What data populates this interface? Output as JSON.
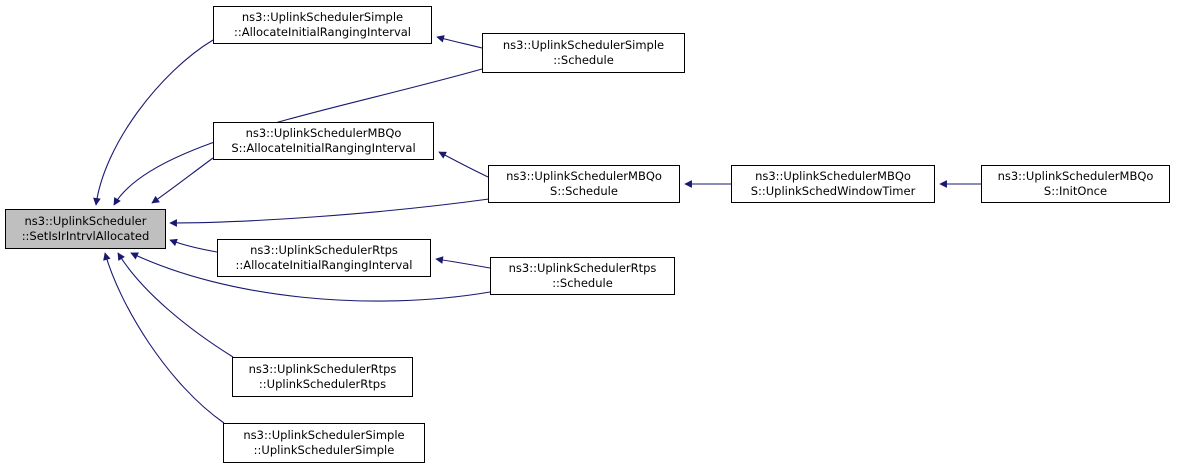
{
  "diagram": {
    "kind": "caller-graph",
    "colors": {
      "background": "#ffffff",
      "edge": "#191970",
      "node_border": "#000000",
      "node_fill": "#ffffff",
      "highlight_fill": "#bfbfbf",
      "text": "#000000"
    },
    "nodes": {
      "main": {
        "id": "main",
        "line1": "ns3::UplinkScheduler",
        "line2": "::SetIsIrIntrvlAllocated",
        "highlighted": true
      },
      "simple_alloc": {
        "id": "simple-alloc",
        "line1": "ns3::UplinkSchedulerSimple",
        "line2": "::AllocateInitialRangingInterval",
        "highlighted": false
      },
      "simple_schedule": {
        "id": "simple-schedule",
        "line1": "ns3::UplinkSchedulerSimple",
        "line2": "::Schedule",
        "highlighted": false
      },
      "mbqos_alloc": {
        "id": "mbqos-alloc",
        "line1": "ns3::UplinkSchedulerMBQo",
        "line2": "S::AllocateInitialRangingInterval",
        "highlighted": false
      },
      "mbqos_schedule": {
        "id": "mbqos-schedule",
        "line1": "ns3::UplinkSchedulerMBQo",
        "line2": "S::Schedule",
        "highlighted": false
      },
      "mbqos_windowtimer": {
        "id": "mbqos-windowtimer",
        "line1": "ns3::UplinkSchedulerMBQo",
        "line2": "S::UplinkSchedWindowTimer",
        "highlighted": false
      },
      "mbqos_initonce": {
        "id": "mbqos-initonce",
        "line1": "ns3::UplinkSchedulerMBQo",
        "line2": "S::InitOnce",
        "highlighted": false
      },
      "rtps_alloc": {
        "id": "rtps-alloc",
        "line1": "ns3::UplinkSchedulerRtps",
        "line2": "::AllocateInitialRangingInterval",
        "highlighted": false
      },
      "rtps_schedule": {
        "id": "rtps-schedule",
        "line1": "ns3::UplinkSchedulerRtps",
        "line2": "::Schedule",
        "highlighted": false
      },
      "rtps_ctor": {
        "id": "rtps-ctor",
        "line1": "ns3::UplinkSchedulerRtps",
        "line2": "::UplinkSchedulerRtps",
        "highlighted": false
      },
      "simple_ctor": {
        "id": "simple-ctor",
        "line1": "ns3::UplinkSchedulerSimple",
        "line2": "::UplinkSchedulerSimple",
        "highlighted": false
      }
    },
    "edges": [
      {
        "from": "simple-alloc",
        "to": "main"
      },
      {
        "from": "simple-schedule",
        "to": "main"
      },
      {
        "from": "mbqos-alloc",
        "to": "main"
      },
      {
        "from": "mbqos-schedule",
        "to": "main"
      },
      {
        "from": "rtps-alloc",
        "to": "main"
      },
      {
        "from": "rtps-schedule",
        "to": "main"
      },
      {
        "from": "rtps-ctor",
        "to": "main"
      },
      {
        "from": "simple-ctor",
        "to": "main"
      },
      {
        "from": "simple-schedule",
        "to": "simple-alloc"
      },
      {
        "from": "mbqos-schedule",
        "to": "mbqos-alloc"
      },
      {
        "from": "mbqos-windowtimer",
        "to": "mbqos-schedule"
      },
      {
        "from": "mbqos-initonce",
        "to": "mbqos-windowtimer"
      },
      {
        "from": "rtps-schedule",
        "to": "rtps-alloc"
      }
    ]
  }
}
